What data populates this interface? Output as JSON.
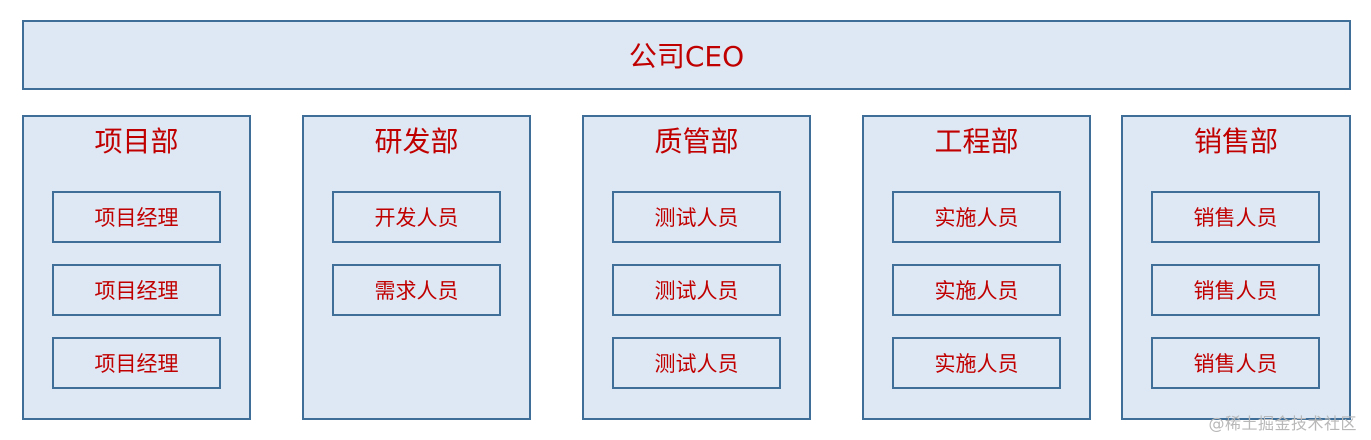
{
  "ceo": {
    "label": "公司CEO"
  },
  "departments": [
    {
      "name": "项目部",
      "roles": [
        "项目经理",
        "项目经理",
        "项目经理"
      ]
    },
    {
      "name": "研发部",
      "roles": [
        "开发人员",
        "需求人员"
      ]
    },
    {
      "name": "质管部",
      "roles": [
        "测试人员",
        "测试人员",
        "测试人员"
      ]
    },
    {
      "name": "工程部",
      "roles": [
        "实施人员",
        "实施人员",
        "实施人员"
      ]
    },
    {
      "name": "销售部",
      "roles": [
        "销售人员",
        "销售人员",
        "销售人员"
      ]
    }
  ],
  "watermark": "@稀土掘金技术社区",
  "colors": {
    "box_fill": "#dde8f4",
    "box_border": "#3f6e98",
    "text": "#c00000",
    "watermark": "#b8b8b8"
  }
}
